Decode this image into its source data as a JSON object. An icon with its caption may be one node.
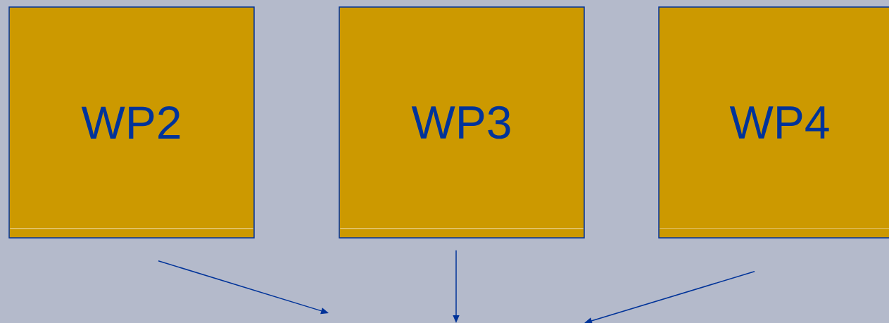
{
  "diagram": {
    "nodes": [
      {
        "text": [
          "WP2"
        ]
      },
      {
        "text": [
          "WP3"
        ]
      },
      {
        "text": [
          "WP4"
        ]
      }
    ],
    "edges": [
      {
        "from": 0,
        "to": null,
        "arrow": "to"
      },
      {
        "from": 1,
        "to": null,
        "arrow": "to"
      },
      {
        "from": 2,
        "to": null,
        "arrow": "to"
      }
    ]
  }
}
